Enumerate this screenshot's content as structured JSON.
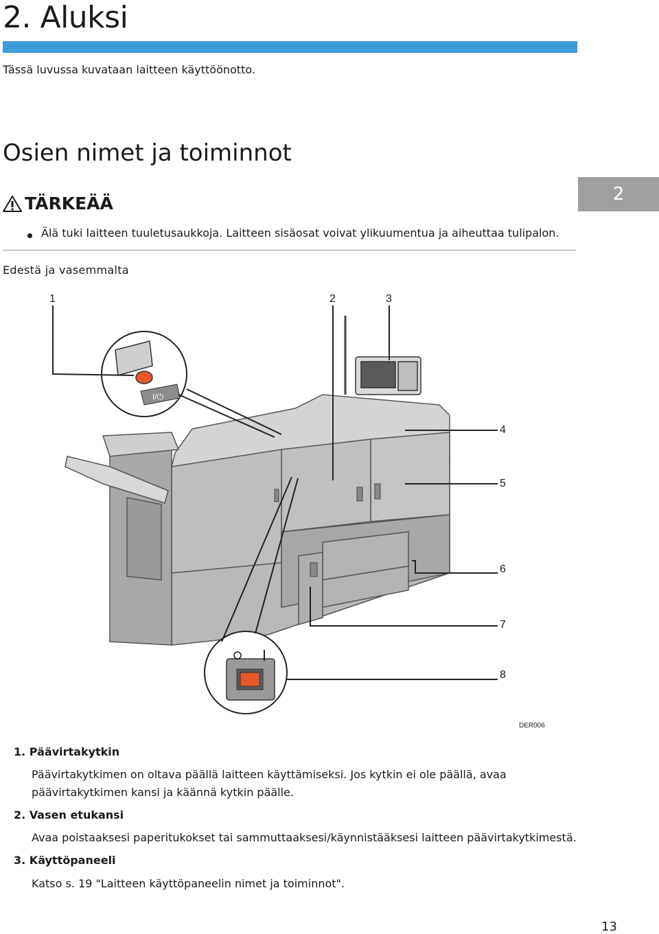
{
  "chapter": {
    "title": "2. Aluksi",
    "intro": "Tässä luvussa kuvataan laitteen käyttöönotto.",
    "tab": "2"
  },
  "section": {
    "title": "Osien nimet ja toiminnot"
  },
  "important": {
    "label": "TÄRKEÄÄ",
    "items": [
      "Älä tuki laitteen tuuletusaukkoja. Laitteen sisäosat voivat ylikuumentua ja aiheuttaa tulipalon."
    ]
  },
  "figure": {
    "caption": "Edestä ja vasemmalta",
    "callouts": [
      "1",
      "2",
      "3",
      "4",
      "5",
      "6",
      "7",
      "8"
    ],
    "code": "DER006",
    "switch_label": "I/⏻"
  },
  "items": [
    {
      "num": "1.",
      "name": "Päävirtakytkin",
      "desc": "Päävirtakytkimen on oltava päällä laitteen käyttämiseksi. Jos kytkin ei ole päällä, avaa päävirtakytkimen kansi ja käännä kytkin päälle."
    },
    {
      "num": "2.",
      "name": "Vasen etukansi",
      "desc": "Avaa poistaaksesi paperitukokset tai sammuttaaksesi/käynnistääksesi laitteen päävirtakytkimestä."
    },
    {
      "num": "3.",
      "name": "Käyttöpaneeli",
      "desc": "Katso s. 19 \"Laitteen käyttöpaneelin nimet ja toiminnot\"."
    }
  ],
  "page_number": "13",
  "colors": {
    "chapter_bar": "#3d9bd9",
    "tab": "#a0a0a0",
    "switch": "#e8582a"
  }
}
